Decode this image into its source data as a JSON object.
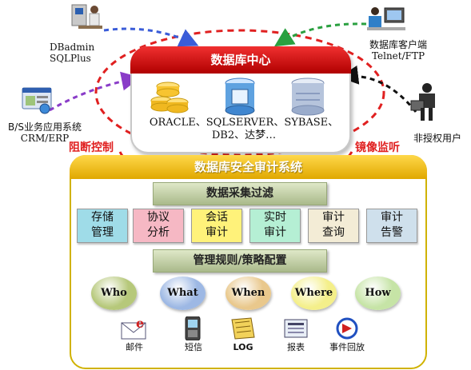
{
  "data_center": {
    "title": "数据库中心",
    "db_line1": "ORACLE、SQLSERVER、SYBASE、",
    "db_line2": "DB2、达梦…"
  },
  "clients": {
    "dbadmin_line1": "DBadmin",
    "dbadmin_line2": "SQLPlus",
    "db_client_line1": "数据库客户端",
    "db_client_line2": "Telnet/FTP",
    "bs_line1": "B/S业务应用系统",
    "bs_line2": "CRM/ERP",
    "unauthorized": "非授权用户"
  },
  "labels": {
    "block_control": "阻断控制",
    "mirror_monitor": "镜像监听"
  },
  "audit": {
    "title": "数据库安全审计系统",
    "collect_filter": "数据采集过滤",
    "rules_config": "管理规则/策略配置",
    "modules": [
      {
        "line1": "存储",
        "line2": "管理",
        "color": "#9fdce8"
      },
      {
        "line1": "协议",
        "line2": "分析",
        "color": "#f6b8c4"
      },
      {
        "line1": "会话",
        "line2": "审计",
        "color": "#fff27a"
      },
      {
        "line1": "实时",
        "line2": "审计",
        "color": "#b5efd4"
      },
      {
        "line1": "审计",
        "line2": "查询",
        "color": "#f3ecd6"
      },
      {
        "line1": "审计",
        "line2": "告警",
        "color": "#cfe0ec"
      }
    ],
    "questions": [
      {
        "label": "Who",
        "color": "#b6c87a"
      },
      {
        "label": "What",
        "color": "#9db8e4"
      },
      {
        "label": "When",
        "color": "#e9c88c"
      },
      {
        "label": "Where",
        "color": "#f4ef8a"
      },
      {
        "label": "How",
        "color": "#c6e4a6"
      }
    ],
    "outputs": [
      {
        "label": "邮件",
        "icon": "email-icon"
      },
      {
        "label": "短信",
        "icon": "phone-icon"
      },
      {
        "label": "LOG",
        "icon": "log-icon"
      },
      {
        "label": "报表",
        "icon": "report-icon"
      },
      {
        "label": "事件回放",
        "icon": "replay-icon"
      }
    ]
  },
  "colors": {
    "red_dash": "#e02020",
    "purple_dash": "#8a3cc8",
    "blue_dash": "#3a5cd8",
    "green_dash": "#2aa040",
    "black_dash": "#111111"
  }
}
